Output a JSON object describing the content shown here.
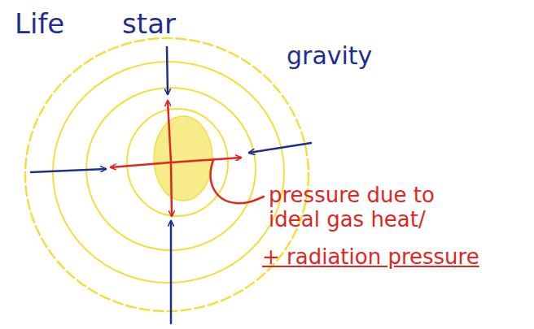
{
  "diagram": {
    "title": "Life star",
    "labels": [
      "gravity",
      "pressure due to ideal gas heat/",
      "+ radiation pressure"
    ]
  }
}
